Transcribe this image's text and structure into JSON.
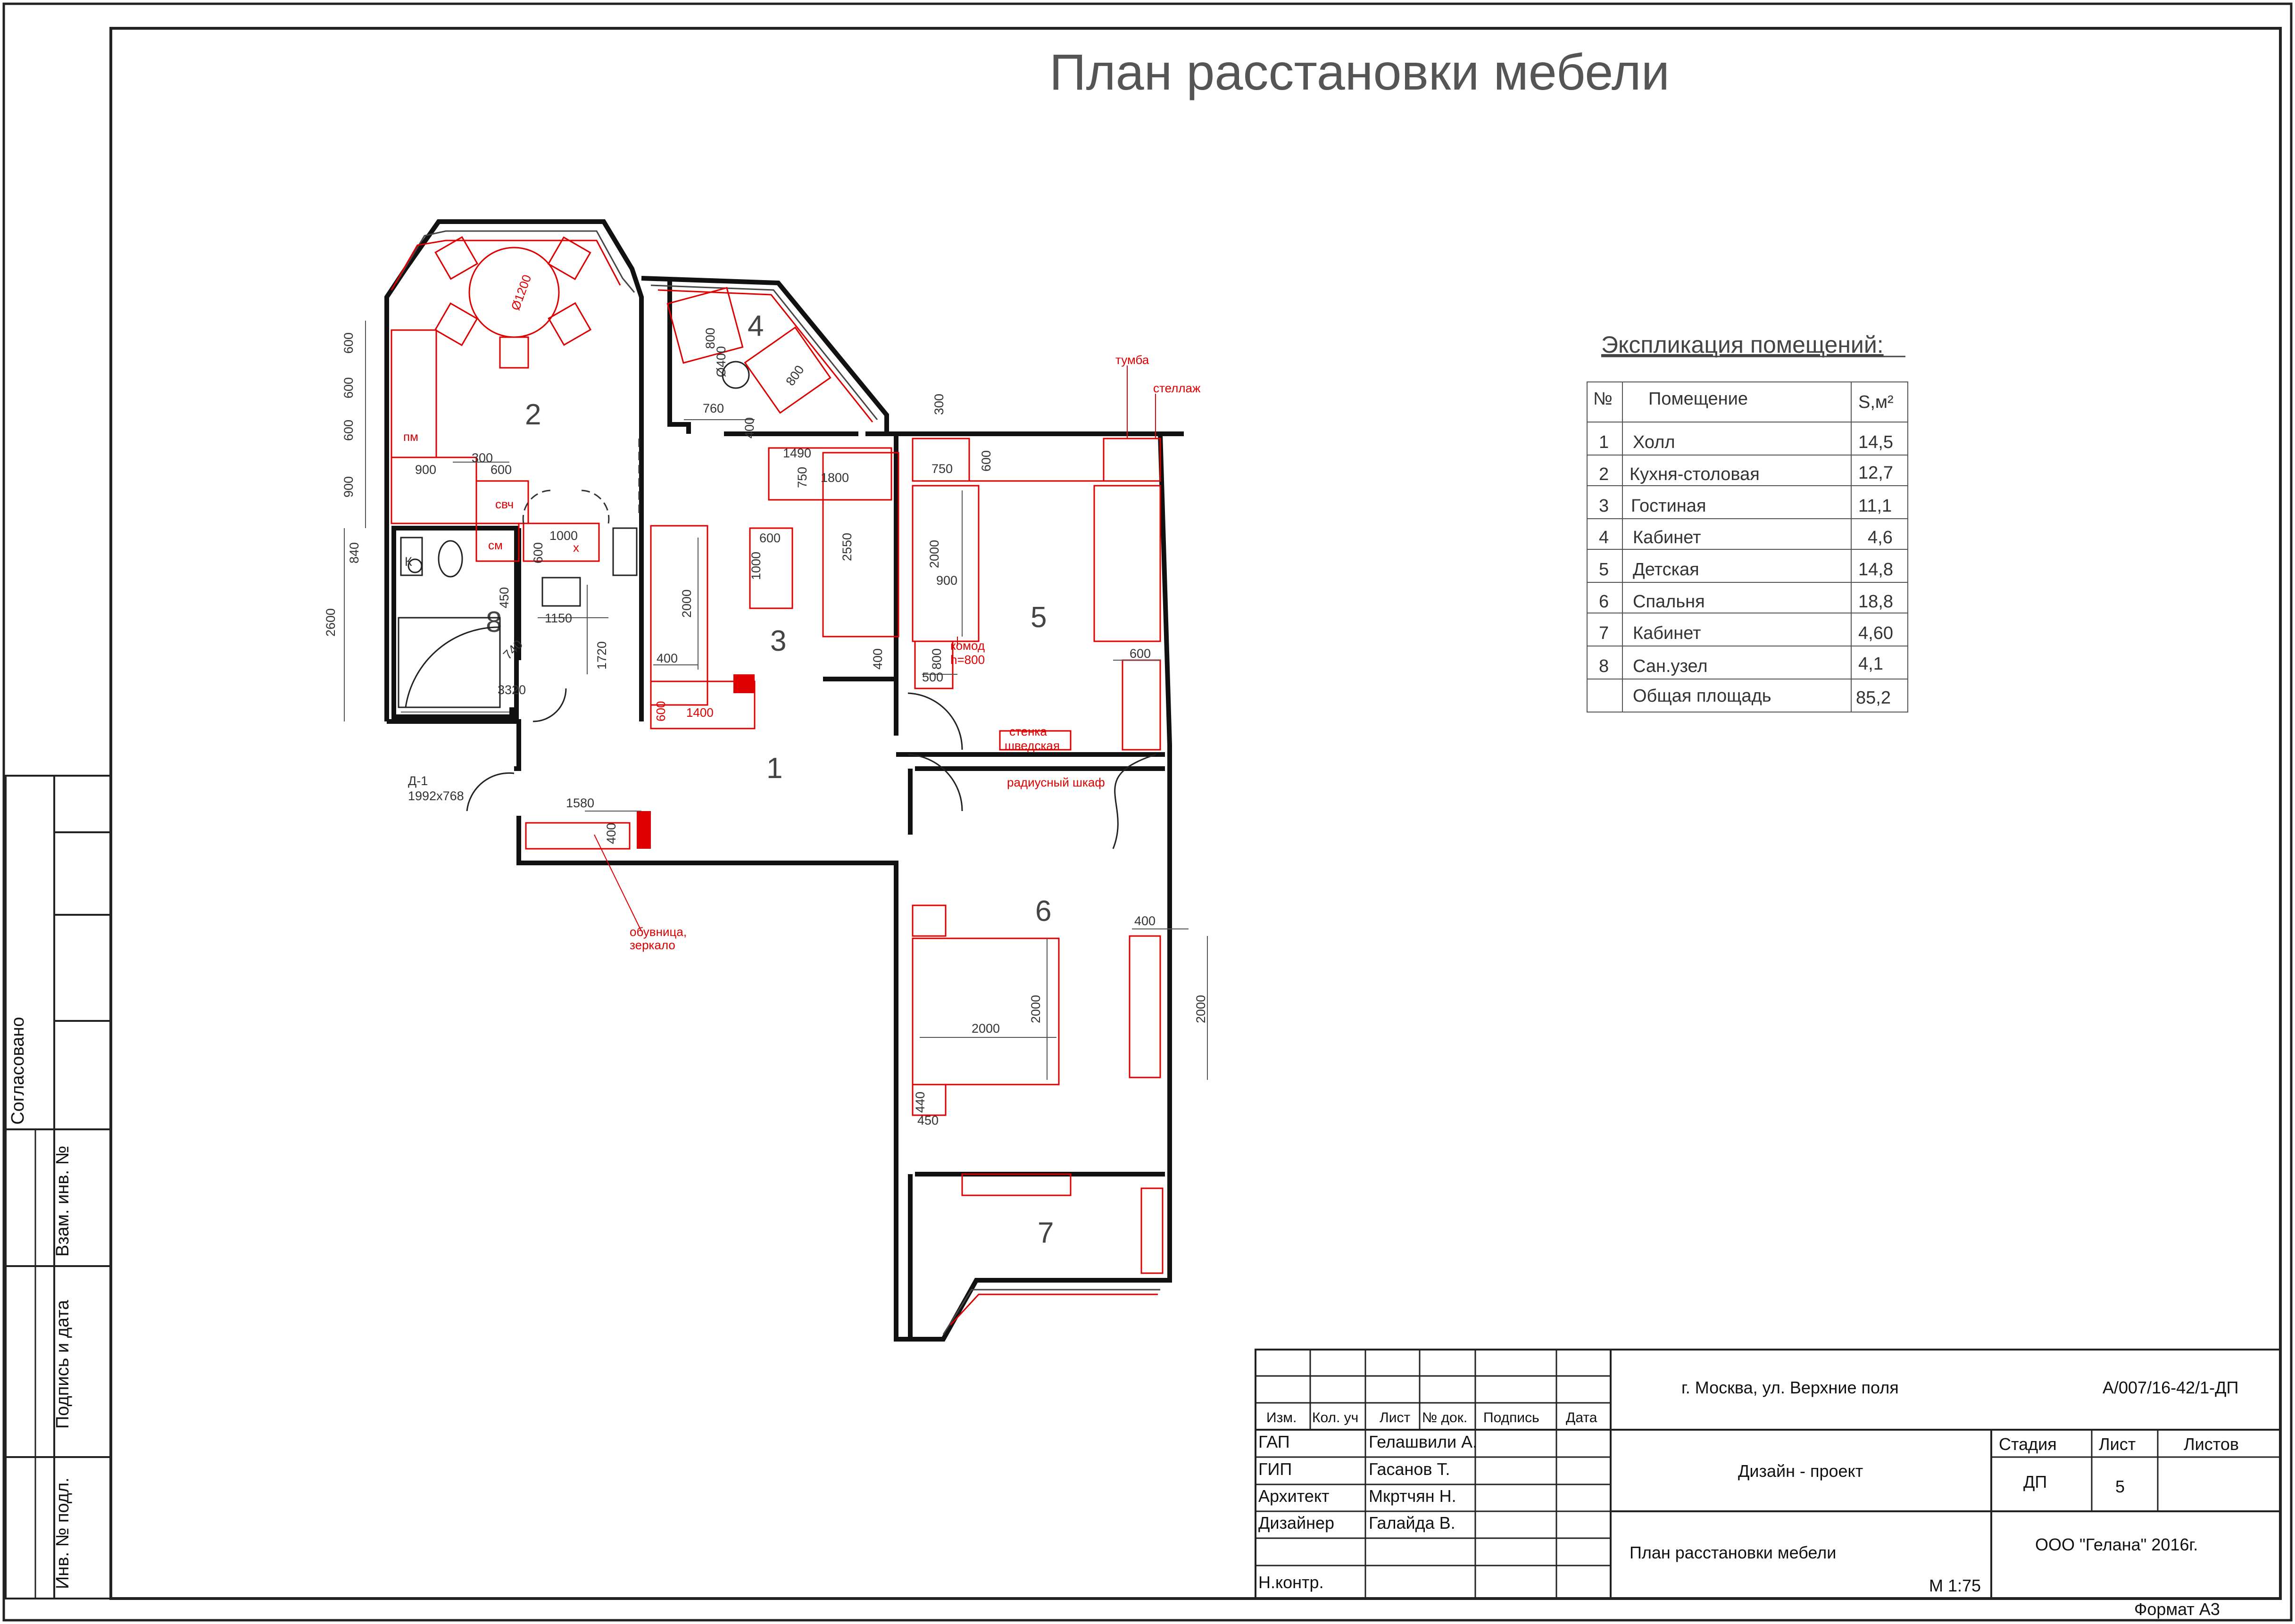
{
  "title": "План расстановки мебели",
  "rooms": [
    {
      "num": "1"
    },
    {
      "num": "2"
    },
    {
      "num": "3"
    },
    {
      "num": "4"
    },
    {
      "num": "5"
    },
    {
      "num": "6"
    },
    {
      "num": "7"
    },
    {
      "num": "8"
    }
  ],
  "labels": {
    "tumba": "тумба",
    "stellazh": "стеллаж",
    "komod": "комод",
    "komod_h": "h=800",
    "stenka": "стенка",
    "shvedskaya": "шведская",
    "radius": "радиусный шкаф",
    "obuvnica": "обувница,",
    "zerkalo": "зеркало",
    "pm": "пм",
    "svch": "свч",
    "sm": "см",
    "k": "К",
    "x": "х",
    "door": "Д-1",
    "door_size": "1992х768"
  },
  "dims": {
    "d600a": "600",
    "d600b": "600",
    "d600c": "600",
    "d900": "900",
    "d840": "840",
    "d2600": "2600",
    "d300": "300",
    "d600d": "600",
    "d900b": "900",
    "d1000": "1000",
    "d600e": "600",
    "d450": "450",
    "d1150": "1150",
    "d740": "740",
    "d3320": "3320",
    "d1720": "1720",
    "d1200": "Ø1200",
    "d760": "760",
    "d400a": "400",
    "d800": "800",
    "d800b": "800",
    "d1490": "1490",
    "d750": "750",
    "d1800": "1800",
    "d600f": "600",
    "d1000b": "1000",
    "d2550": "2550",
    "d2000a": "2000",
    "d400b": "400",
    "d400c": "400",
    "d1400": "1400",
    "d600g": "600",
    "d300b": "300",
    "d750b": "750",
    "d600h": "600",
    "d2000b": "2000",
    "d900c": "900",
    "d800c": "800",
    "d500": "500",
    "d600i": "600",
    "d1580": "1580",
    "d400d": "400",
    "d400e": "400",
    "d2000c": "2000",
    "d2000d": "2000",
    "d2000e": "2000",
    "d440": "440",
    "d450b": "450",
    "d400f": "Ø400"
  },
  "explication": {
    "heading": "Экспликация помещений:",
    "col_no": "№",
    "col_room": "Помещение",
    "col_area": "S,м²",
    "rows": [
      {
        "no": "1",
        "name": "Холл",
        "area": "14,5"
      },
      {
        "no": "2",
        "name": "Кухня-столовая",
        "area": "12,7"
      },
      {
        "no": "3",
        "name": "Гостиная",
        "area": "11,1"
      },
      {
        "no": "4",
        "name": "Кабинет",
        "area": "4,6"
      },
      {
        "no": "5",
        "name": "Детская",
        "area": "14,8"
      },
      {
        "no": "6",
        "name": "Спальня",
        "area": "18,8"
      },
      {
        "no": "7",
        "name": "Кабинет",
        "area": "4,60"
      },
      {
        "no": "8",
        "name": "Сан.узел",
        "area": "4,1"
      }
    ],
    "total_label": "Общая площадь",
    "total": "85,2"
  },
  "side_stamp": {
    "agreed": "Согласовано",
    "inv_vzam": "Взам. инв. №",
    "sign_date": "Подпись и дата",
    "inv_podl": "Инв. № подл."
  },
  "titleblock": {
    "h_izm": "Изм.",
    "h_kol": "Кол. уч",
    "h_list": "Лист",
    "h_ndok": "№ док.",
    "h_podpis": "Подпись",
    "h_data": "Дата",
    "roles": [
      "ГАП",
      "ГИП",
      "Архитект",
      "Дизайнер",
      "",
      "Н.контр."
    ],
    "names": [
      "Гелашвили А.",
      "Гасанов Т.",
      "Мкртчян Н.",
      "Галайда В.",
      "",
      ""
    ],
    "address": "г. Москва, ул. Верхние поля",
    "code": "А/007/16-42/1-ДП",
    "project": "Дизайн - проект",
    "stage_h": "Стадия",
    "sheet_h": "Лист",
    "sheets_h": "Листов",
    "stage": "ДП",
    "sheet": "5",
    "sheets": "",
    "drawing": "План расстановки мебели",
    "scale": "М 1:75",
    "company": "ООО \"Гелана\" 2016г.",
    "format": "Формат А3"
  },
  "colors": {
    "furniture": "#d00000",
    "walls": "#111111",
    "dims": "#555555"
  }
}
